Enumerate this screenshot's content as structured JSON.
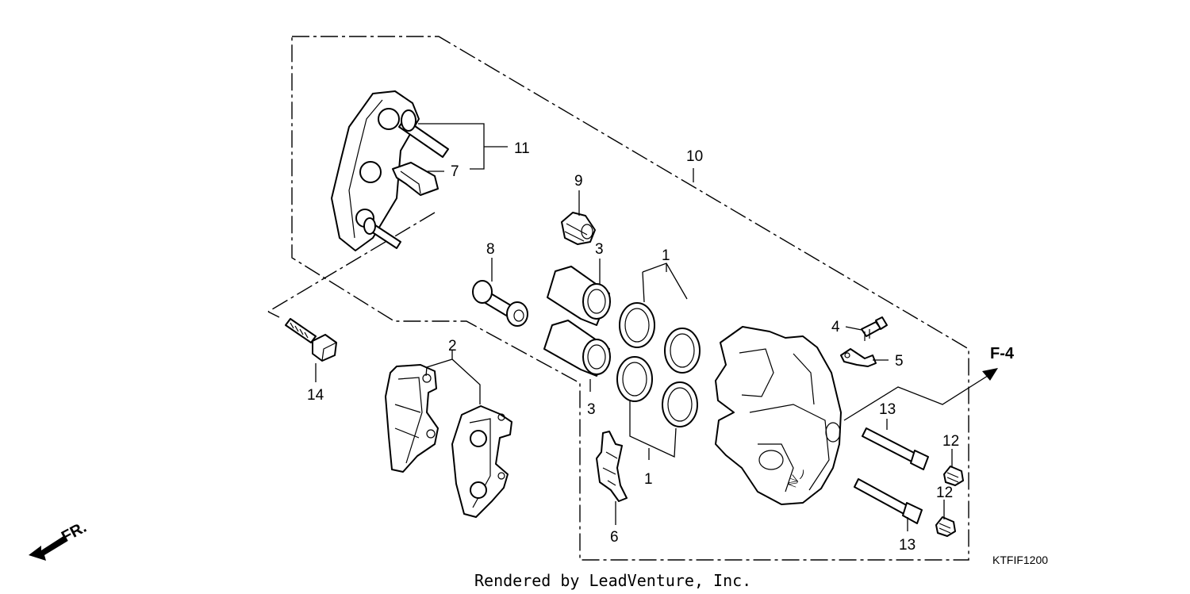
{
  "callouts": {
    "c1a": "1",
    "c1b": "1",
    "c2": "2",
    "c3a": "3",
    "c3b": "3",
    "c4": "4",
    "c5": "5",
    "c6": "6",
    "c7": "7",
    "c8": "8",
    "c9": "9",
    "c10": "10",
    "c11": "11",
    "c12a": "12",
    "c12b": "12",
    "c13a": "13",
    "c13b": "13",
    "c14": "14"
  },
  "section_ref": "F-4",
  "direction_label": "FR.",
  "diagram_code": "KTFIF1200",
  "credit": "Rendered by LeadVenture, Inc."
}
